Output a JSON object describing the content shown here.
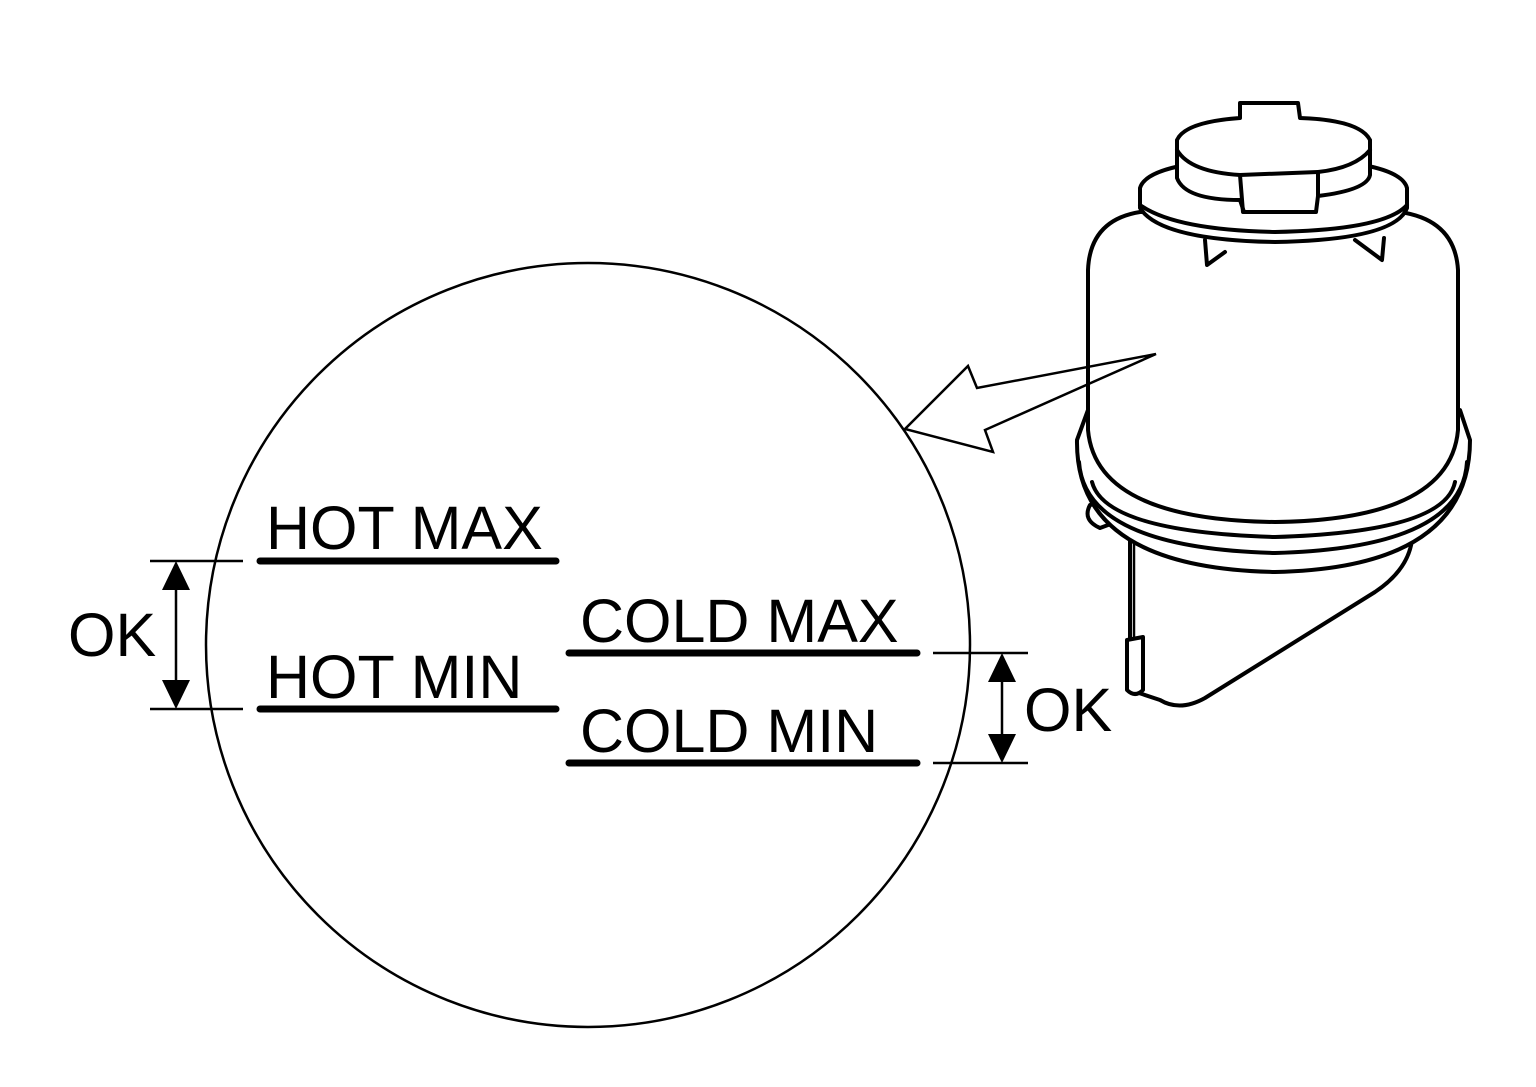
{
  "labels": {
    "hot_max": "HOT MAX",
    "hot_min": "HOT MIN",
    "cold_max": "COLD MAX",
    "cold_min": "COLD MIN",
    "ok_hot": "OK",
    "ok_cold": "OK"
  },
  "colors": {
    "line": "#000000",
    "background": "#ffffff"
  }
}
